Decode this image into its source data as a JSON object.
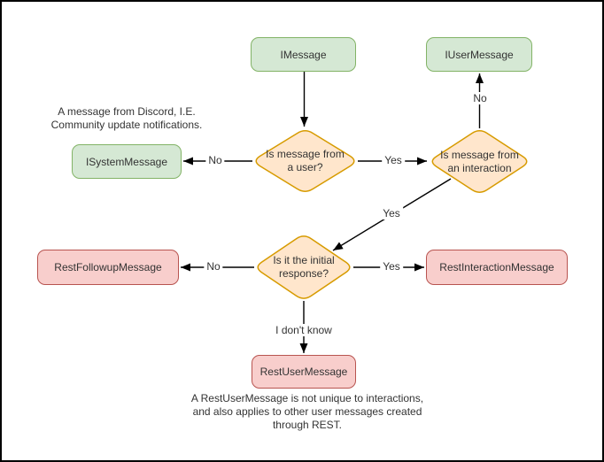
{
  "colors": {
    "background": "#ffffff",
    "line": "#000000",
    "text": "#333333",
    "green_fill": "#d5e8d4",
    "green_stroke": "#82b366",
    "orange_fill": "#ffe6cc",
    "orange_stroke": "#d79b00",
    "red_fill": "#f8cecc",
    "red_stroke": "#b85450"
  },
  "nodes": {
    "imessage": "IMessage",
    "iusermessage": "IUserMessage",
    "isystemmessage": "ISystemMessage",
    "restfollowupmessage": "RestFollowupMessage",
    "restinteractionmessage": "RestInteractionMessage",
    "restusermessage": "RestUserMessage"
  },
  "decisions": {
    "is_from_user": "Is message from\na user?",
    "is_from_interaction": "Is message from\nan interaction",
    "is_initial_response": "Is it the initial\nresponse?"
  },
  "edge_labels": {
    "no_to_system": "No",
    "yes_to_interaction": "Yes",
    "no_to_usermessage": "No",
    "yes_to_initial": "Yes",
    "no_to_followup": "No",
    "yes_to_interactionmessage": "Yes",
    "dont_know": "I don't know"
  },
  "notes": {
    "system_note": "A message from Discord, I.E.\nCommunity update notifications.",
    "rest_note": "A RestUserMessage is not unique to interactions,\nand also applies to other user messages created\nthrough REST."
  }
}
